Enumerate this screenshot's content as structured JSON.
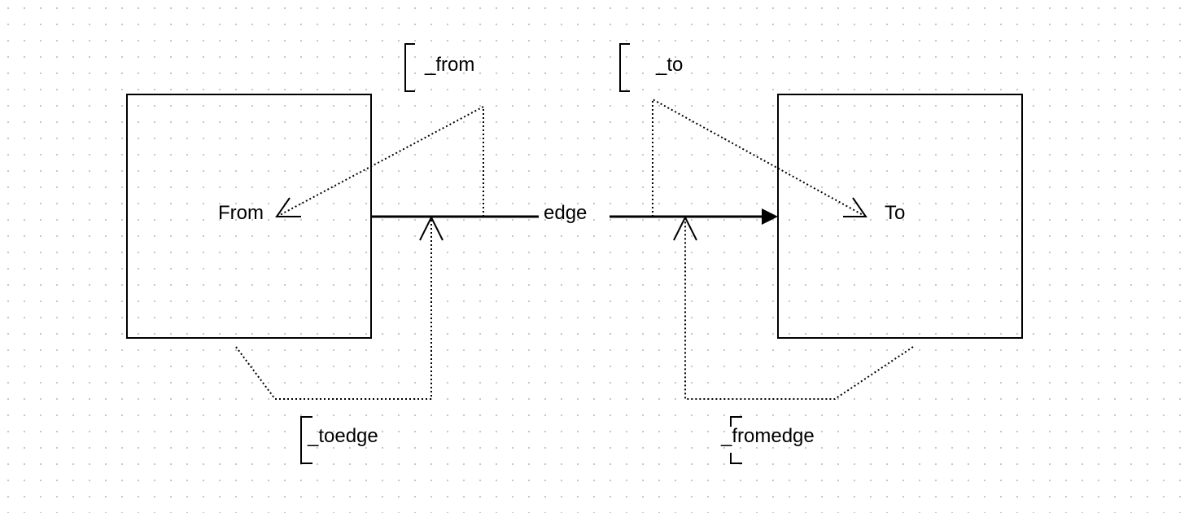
{
  "nodes": {
    "from": {
      "label": "From"
    },
    "to": {
      "label": "To"
    }
  },
  "edge": {
    "label": "edge"
  },
  "annotations": {
    "from_ref": {
      "label": "_from"
    },
    "to_ref": {
      "label": "_to"
    },
    "toedge_ref": {
      "label": "_toedge"
    },
    "fromedge_ref": {
      "label": "_fromedge"
    }
  },
  "colors": {
    "stroke": "#000000",
    "grid_dot": "#c4c4c4",
    "background": "#ffffff"
  }
}
